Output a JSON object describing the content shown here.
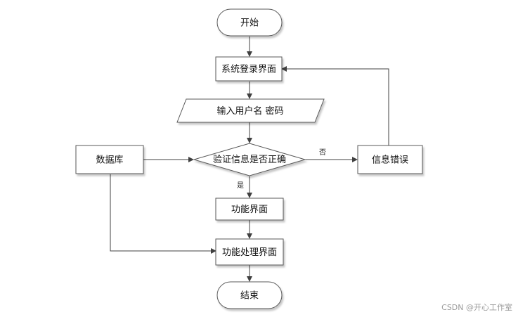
{
  "flowchart": {
    "nodes": {
      "start": "开始",
      "login": "系统登录界面",
      "input": "输入用户名 密码",
      "verify": "验证信息是否正确",
      "database": "数据库",
      "error": "信息错误",
      "function": "功能界面",
      "processing": "功能处理界面",
      "end": "结束"
    },
    "edge_labels": {
      "yes": "是",
      "no": "否"
    }
  },
  "watermark": "CSDN @开心工作室"
}
